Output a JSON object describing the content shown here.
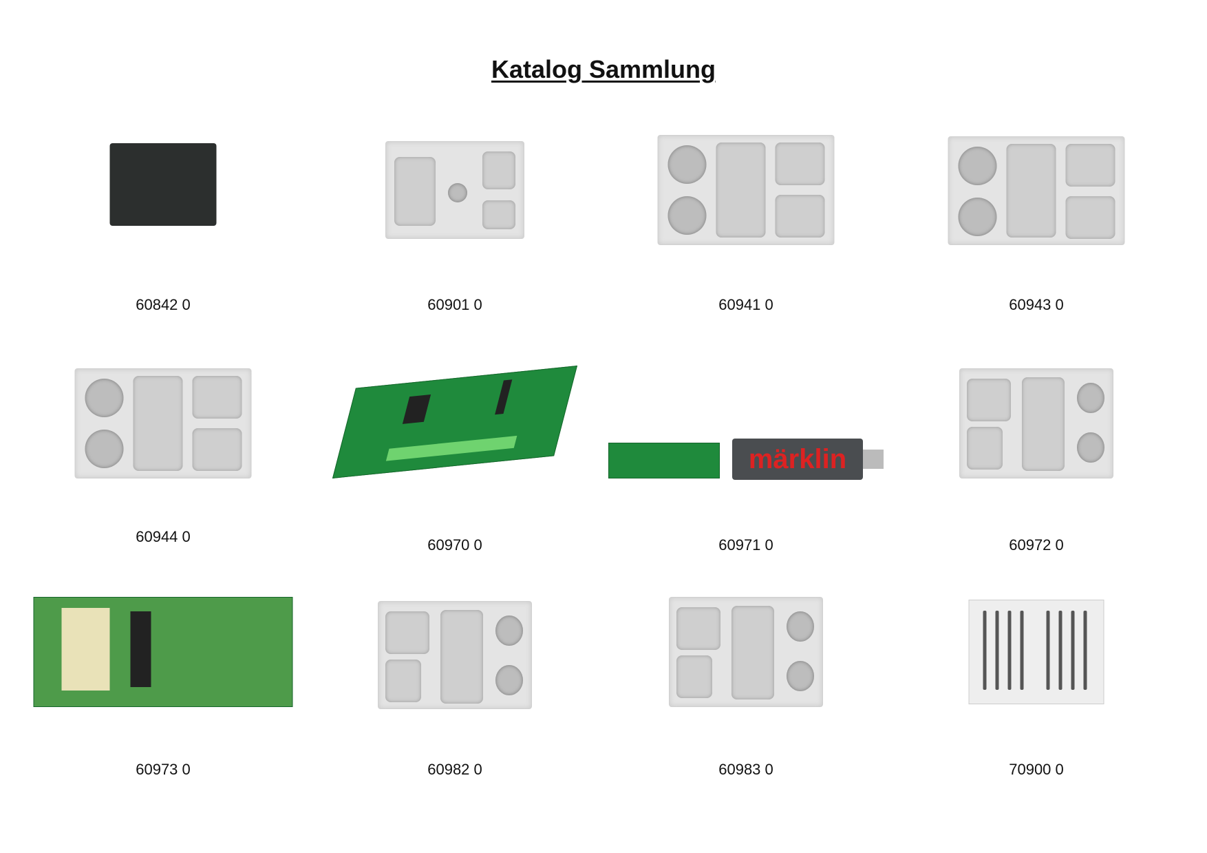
{
  "title": "Katalog Sammlung",
  "items": [
    {
      "article": "60842 0",
      "kind": "decoder"
    },
    {
      "article": "60901 0",
      "kind": "tray"
    },
    {
      "article": "60941 0",
      "kind": "tray"
    },
    {
      "article": "60943 0",
      "kind": "tray"
    },
    {
      "article": "60944 0",
      "kind": "tray"
    },
    {
      "article": "60970 0",
      "kind": "pcb"
    },
    {
      "article": "60971 0",
      "kind": "usb"
    },
    {
      "article": "60972 0",
      "kind": "tray"
    },
    {
      "article": "60973 0",
      "kind": "pcb"
    },
    {
      "article": "60982 0",
      "kind": "tray"
    },
    {
      "article": "60983 0",
      "kind": "tray"
    },
    {
      "article": "70900 0",
      "kind": "tools"
    }
  ],
  "usb_brand": "märklin"
}
